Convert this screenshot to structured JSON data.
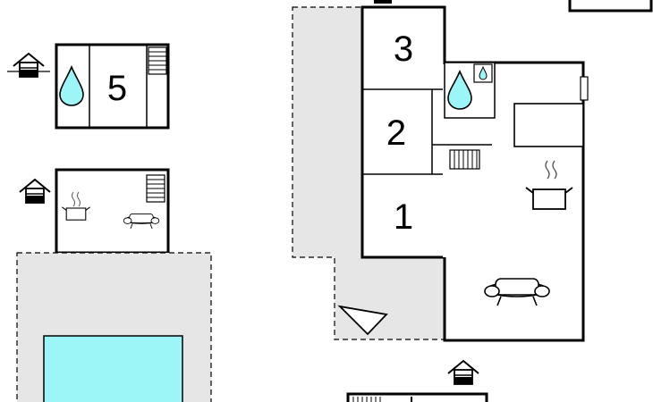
{
  "floorplan": {
    "rooms": [
      {
        "id": "bedroom-1",
        "number": "1"
      },
      {
        "id": "bedroom-2",
        "number": "2"
      },
      {
        "id": "bedroom-3",
        "number": "3"
      },
      {
        "id": "bedroom-5",
        "number": "5"
      }
    ],
    "colors": {
      "wall": "#000000",
      "terrace": "#e6e6e6",
      "pool": "#9cf5f7",
      "background": "#ffffff",
      "water": "#9cf5f7"
    },
    "icons": [
      "house-entrance-icon",
      "water-drop-icon",
      "stairs-icon",
      "cooking-pot-icon",
      "sofa-icon",
      "radiator-icon",
      "sun-lounger-icon"
    ]
  }
}
